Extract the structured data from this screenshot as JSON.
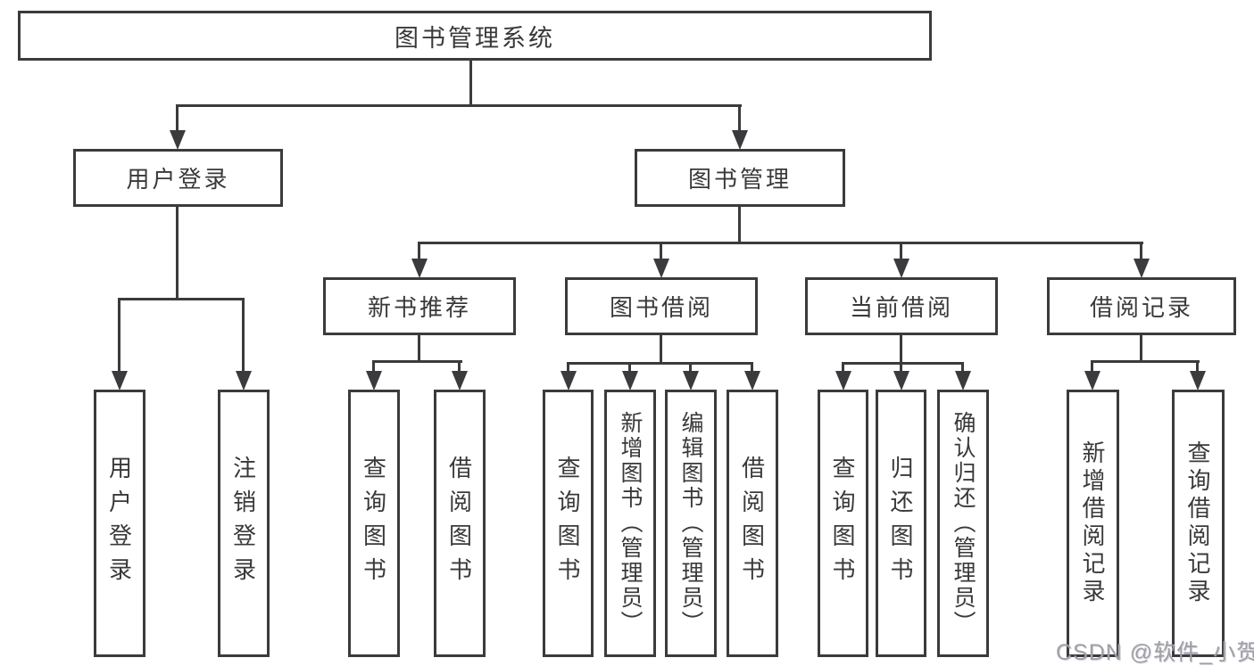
{
  "tree": {
    "root": {
      "label": "图书管理系统"
    },
    "children": [
      {
        "label": "用户登录",
        "children": [
          {
            "label": "用户登录"
          },
          {
            "label": "注销登录"
          }
        ]
      },
      {
        "label": "图书管理",
        "children": [
          {
            "label": "新书推荐",
            "children": [
              {
                "label": "查询图书"
              },
              {
                "label": "借阅图书"
              }
            ]
          },
          {
            "label": "图书借阅",
            "children": [
              {
                "label": "查询图书"
              },
              {
                "label": "新增图书（管理员）"
              },
              {
                "label": "编辑图书（管理员）"
              },
              {
                "label": "借阅图书"
              }
            ]
          },
          {
            "label": "当前借阅",
            "children": [
              {
                "label": "查询图书"
              },
              {
                "label": "归还图书"
              },
              {
                "label": "确认归还（管理员）"
              }
            ]
          },
          {
            "label": "借阅记录",
            "children": [
              {
                "label": "新增借阅记录"
              },
              {
                "label": "查询借阅记录"
              }
            ]
          }
        ]
      }
    ]
  },
  "watermark": {
    "text": "CSDN @软件_小贺同学"
  },
  "colors": {
    "line": "#3b3b3d",
    "text": "#39393b",
    "watermark": "#9fa0a8",
    "background": "#ffffff"
  }
}
